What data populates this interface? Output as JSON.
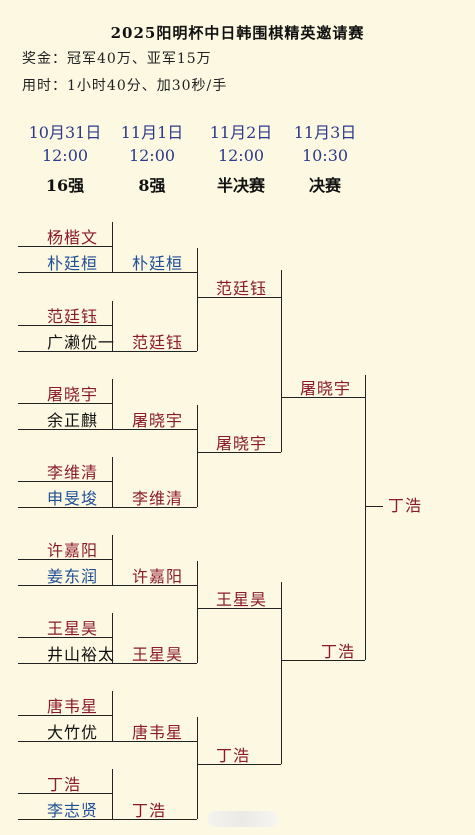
{
  "header": {
    "title": "2025阳明杯中日韩围棋精英邀请赛",
    "prize": "奖金：冠军40万、亚军15万",
    "time_control": "用时：1小时40分、加30秒/手"
  },
  "rounds": [
    {
      "date": "10月31日",
      "time": "12:00",
      "name": "16强"
    },
    {
      "date": "11月1日",
      "time": "12:00",
      "name": "8强"
    },
    {
      "date": "11月2日",
      "time": "12:00",
      "name": "半决赛"
    },
    {
      "date": "11月3日",
      "time": "10:30",
      "name": "决赛"
    }
  ],
  "r16": [
    {
      "name": "杨楷文",
      "color": "red"
    },
    {
      "name": "朴廷桓",
      "color": "blue"
    },
    {
      "name": "范廷钰",
      "color": "red"
    },
    {
      "name": "广濑优一",
      "color": "black"
    },
    {
      "name": "屠晓宇",
      "color": "red"
    },
    {
      "name": "余正麒",
      "color": "black"
    },
    {
      "name": "李维清",
      "color": "red"
    },
    {
      "name": "申旻埈",
      "color": "blue"
    },
    {
      "name": "许嘉阳",
      "color": "red"
    },
    {
      "name": "姜东润",
      "color": "blue"
    },
    {
      "name": "王星昊",
      "color": "red"
    },
    {
      "name": "井山裕太",
      "color": "black"
    },
    {
      "name": "唐韦星",
      "color": "red"
    },
    {
      "name": "大竹优",
      "color": "black"
    },
    {
      "name": "丁浩",
      "color": "red"
    },
    {
      "name": "李志贤",
      "color": "blue"
    }
  ],
  "qf": [
    {
      "name": "朴廷桓",
      "color": "blue"
    },
    {
      "name": "范廷钰",
      "color": "red"
    },
    {
      "name": "屠晓宇",
      "color": "red"
    },
    {
      "name": "李维清",
      "color": "red"
    },
    {
      "name": "许嘉阳",
      "color": "red"
    },
    {
      "name": "王星昊",
      "color": "red"
    },
    {
      "name": "唐韦星",
      "color": "red"
    },
    {
      "name": "丁浩",
      "color": "red"
    }
  ],
  "sf": [
    {
      "name": "范廷钰",
      "color": "red"
    },
    {
      "name": "屠晓宇",
      "color": "red"
    },
    {
      "name": "王星昊",
      "color": "red"
    },
    {
      "name": "丁浩",
      "color": "red"
    }
  ],
  "final": [
    {
      "name": "屠晓宇",
      "color": "red"
    },
    {
      "name": "丁浩",
      "color": "red"
    }
  ],
  "champion": {
    "name": "丁浩",
    "color": "red"
  }
}
